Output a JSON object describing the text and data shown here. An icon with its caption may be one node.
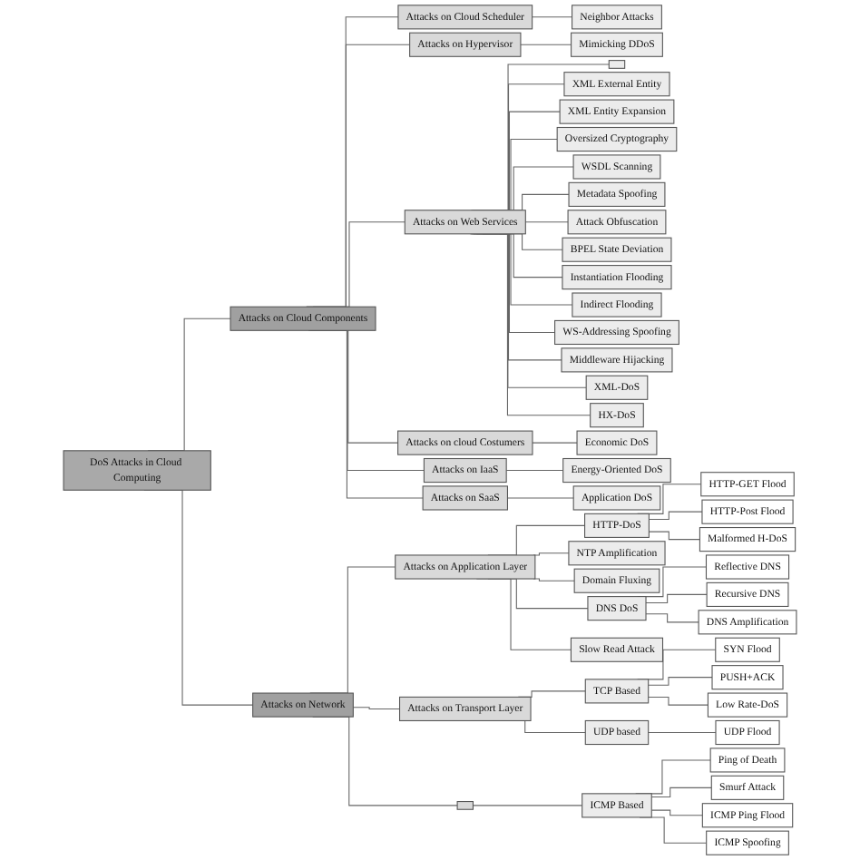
{
  "diagram": {
    "nodes": [
      {
        "text": [
          "DoS Attacks in Cloud Computing"
        ]
      },
      {
        "text": [
          "Attacks on Cloud Components"
        ]
      },
      {
        "text": [
          "Attacks on Cloud Scheduler"
        ]
      },
      {
        "text": [
          "Neighbor Attacks"
        ]
      },
      {
        "text": [
          "Attacks on Hypervisor"
        ]
      },
      {
        "text": [
          "Mimicking DDoS"
        ]
      },
      {
        "text": [
          "Attacks on Web Services"
        ]
      },
      {
        "text": [],
        "shape": "box"
      },
      {
        "text": [
          "XML External Entity"
        ]
      },
      {
        "text": [
          "XML Entity Expansion"
        ]
      },
      {
        "text": [
          "Oversized Cryptography"
        ]
      },
      {
        "text": [
          "WSDL Scanning"
        ]
      },
      {
        "text": [
          "Metadata Spoofing"
        ]
      },
      {
        "text": [
          "Attack Obfuscation"
        ]
      },
      {
        "text": [
          "BPEL State Deviation"
        ]
      },
      {
        "text": [
          "Instantiation Flooding"
        ]
      },
      {
        "text": [
          "Indirect Flooding"
        ]
      },
      {
        "text": [
          "WS-Addressing Spoofing"
        ]
      },
      {
        "text": [
          "Middleware Hijacking"
        ]
      },
      {
        "text": [
          "XML-DoS"
        ]
      },
      {
        "text": [
          "HX-DoS"
        ]
      },
      {
        "text": [
          "Attacks on cloud Costumers"
        ]
      },
      {
        "text": [
          "Economic DoS"
        ]
      },
      {
        "text": [
          "Attacks on IaaS"
        ]
      },
      {
        "text": [
          "Energy-Oriented DoS"
        ]
      },
      {
        "text": [
          "Attacks on SaaS"
        ]
      },
      {
        "text": [
          "Application DoS"
        ]
      },
      {
        "text": [
          "Attacks on Network"
        ]
      },
      {
        "text": [
          "Attacks on Application Layer"
        ]
      },
      {
        "text": [
          "HTTP-DoS"
        ]
      },
      {
        "text": [
          "HTTP-GET Flood"
        ]
      },
      {
        "text": [
          "HTTP-Post Flood"
        ]
      },
      {
        "text": [
          "Malformed H-DoS"
        ]
      },
      {
        "text": [
          "NTP Amplification"
        ]
      },
      {
        "text": [
          "Domain Fluxing"
        ]
      },
      {
        "text": [
          "DNS DoS"
        ]
      },
      {
        "text": [
          "Reflective DNS"
        ]
      },
      {
        "text": [
          "Recursive DNS"
        ]
      },
      {
        "text": [
          "DNS Amplification"
        ]
      },
      {
        "text": [
          "Slow Read Attack"
        ]
      },
      {
        "text": [
          "Attacks on Transport Layer"
        ]
      },
      {
        "text": [
          "TCP Based"
        ]
      },
      {
        "text": [
          "SYN Flood"
        ]
      },
      {
        "text": [
          "PUSH+ACK"
        ]
      },
      {
        "text": [
          "Low Rate-DoS"
        ]
      },
      {
        "text": [
          "UDP based"
        ]
      },
      {
        "text": [
          "UDP Flood"
        ]
      },
      {
        "text": [],
        "shape": "box"
      },
      {
        "text": [
          "ICMP Based"
        ]
      },
      {
        "text": [
          "Ping of Death"
        ]
      },
      {
        "text": [
          "Smurf Attack"
        ]
      },
      {
        "text": [
          "ICMP Ping Flood"
        ]
      },
      {
        "text": [
          "ICMP Spoofing"
        ]
      }
    ],
    "edges": [
      {
        "from": 0,
        "to": 1,
        "arrow": "none"
      },
      {
        "from": 0,
        "to": 27,
        "arrow": "none"
      },
      {
        "from": 1,
        "to": 2,
        "arrow": "none"
      },
      {
        "from": 1,
        "to": 4,
        "arrow": "none"
      },
      {
        "from": 1,
        "to": 6,
        "arrow": "none"
      },
      {
        "from": 1,
        "to": 21,
        "arrow": "none"
      },
      {
        "from": 1,
        "to": 23,
        "arrow": "none"
      },
      {
        "from": 1,
        "to": 25,
        "arrow": "none"
      },
      {
        "from": 2,
        "to": 3,
        "arrow": "none"
      },
      {
        "from": 4,
        "to": 5,
        "arrow": "none"
      },
      {
        "from": 6,
        "to": 7,
        "arrow": "none"
      },
      {
        "from": 6,
        "to": 8,
        "arrow": "none"
      },
      {
        "from": 6,
        "to": 9,
        "arrow": "none"
      },
      {
        "from": 6,
        "to": 10,
        "arrow": "none"
      },
      {
        "from": 6,
        "to": 11,
        "arrow": "none"
      },
      {
        "from": 6,
        "to": 12,
        "arrow": "none"
      },
      {
        "from": 6,
        "to": 13,
        "arrow": "none"
      },
      {
        "from": 6,
        "to": 14,
        "arrow": "none"
      },
      {
        "from": 6,
        "to": 15,
        "arrow": "none"
      },
      {
        "from": 6,
        "to": 16,
        "arrow": "none"
      },
      {
        "from": 6,
        "to": 17,
        "arrow": "none"
      },
      {
        "from": 6,
        "to": 18,
        "arrow": "none"
      },
      {
        "from": 6,
        "to": 19,
        "arrow": "none"
      },
      {
        "from": 6,
        "to": 20,
        "arrow": "none"
      },
      {
        "from": 21,
        "to": 22,
        "arrow": "none"
      },
      {
        "from": 23,
        "to": 24,
        "arrow": "none"
      },
      {
        "from": 25,
        "to": 26,
        "arrow": "none"
      },
      {
        "from": 27,
        "to": 28,
        "arrow": "none"
      },
      {
        "from": 27,
        "to": 40,
        "arrow": "none"
      },
      {
        "from": 27,
        "to": 47,
        "arrow": "none"
      },
      {
        "from": 28,
        "to": 29,
        "arrow": "none"
      },
      {
        "from": 28,
        "to": 33,
        "arrow": "none"
      },
      {
        "from": 28,
        "to": 34,
        "arrow": "none"
      },
      {
        "from": 28,
        "to": 35,
        "arrow": "none"
      },
      {
        "from": 28,
        "to": 39,
        "arrow": "none"
      },
      {
        "from": 29,
        "to": 30,
        "arrow": "none"
      },
      {
        "from": 29,
        "to": 31,
        "arrow": "none"
      },
      {
        "from": 29,
        "to": 32,
        "arrow": "none"
      },
      {
        "from": 35,
        "to": 36,
        "arrow": "none"
      },
      {
        "from": 35,
        "to": 37,
        "arrow": "none"
      },
      {
        "from": 35,
        "to": 38,
        "arrow": "none"
      },
      {
        "from": 40,
        "to": 41,
        "arrow": "none"
      },
      {
        "from": 40,
        "to": 45,
        "arrow": "none"
      },
      {
        "from": 41,
        "to": 42,
        "arrow": "none"
      },
      {
        "from": 41,
        "to": 43,
        "arrow": "none"
      },
      {
        "from": 41,
        "to": 44,
        "arrow": "none"
      },
      {
        "from": 45,
        "to": 46,
        "arrow": "none"
      },
      {
        "from": 47,
        "to": 48,
        "arrow": "none"
      },
      {
        "from": 48,
        "to": 49,
        "arrow": "none"
      },
      {
        "from": 48,
        "to": 50,
        "arrow": "none"
      },
      {
        "from": 48,
        "to": 51,
        "arrow": "none"
      },
      {
        "from": 48,
        "to": 52,
        "arrow": "none"
      }
    ]
  }
}
